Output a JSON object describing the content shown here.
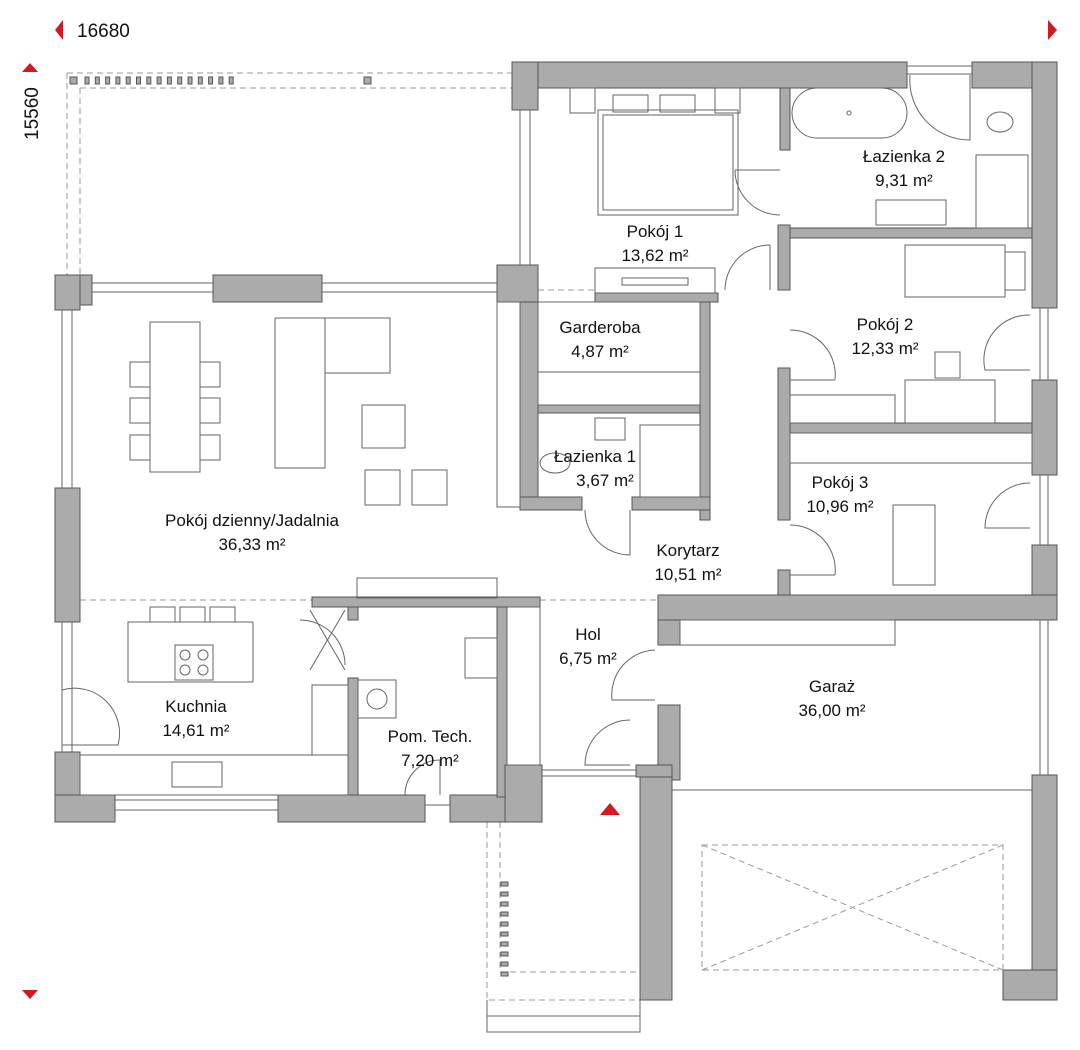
{
  "dimensions": {
    "width": "16680",
    "height": "15560"
  },
  "rooms": [
    {
      "name": "Pokój 1",
      "area": "13,62 m²"
    },
    {
      "name": "Łazienka 2",
      "area": "9,31 m²"
    },
    {
      "name": "Garderoba",
      "area": "4,87 m²"
    },
    {
      "name": "Pokój 2",
      "area": "12,33 m²"
    },
    {
      "name": "Łazienka 1",
      "area": "3,67 m²"
    },
    {
      "name": "Pokój 3",
      "area": "10,96 m²"
    },
    {
      "name": "Pokój dzienny/Jadalnia",
      "area": "36,33 m²"
    },
    {
      "name": "Korytarz",
      "area": "10,51 m²"
    },
    {
      "name": "Hol",
      "area": "6,75 m²"
    },
    {
      "name": "Garaż",
      "area": "36,00 m²"
    },
    {
      "name": "Kuchnia",
      "area": "14,61 m²"
    },
    {
      "name": "Pom. Tech.",
      "area": "7,20 m²"
    }
  ],
  "colors": {
    "wall": "#ababab",
    "accent": "#d4181f"
  }
}
